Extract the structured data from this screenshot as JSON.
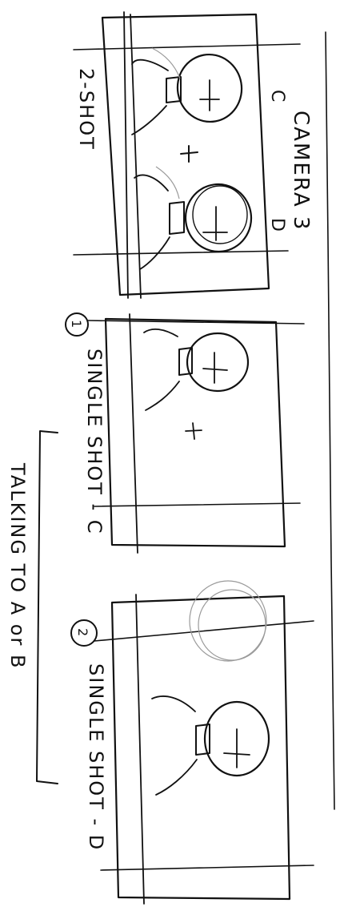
{
  "camera_title": "CAMERA 3",
  "frames": [
    {
      "label": "2-SHOT",
      "subject_marks": [
        "C",
        "D"
      ]
    },
    {
      "number": "1",
      "label": "SINGLE SHOT - C"
    },
    {
      "number": "2",
      "label": "SINGLE SHOT - D"
    }
  ],
  "bracket_note": "TALKING TO A or B"
}
